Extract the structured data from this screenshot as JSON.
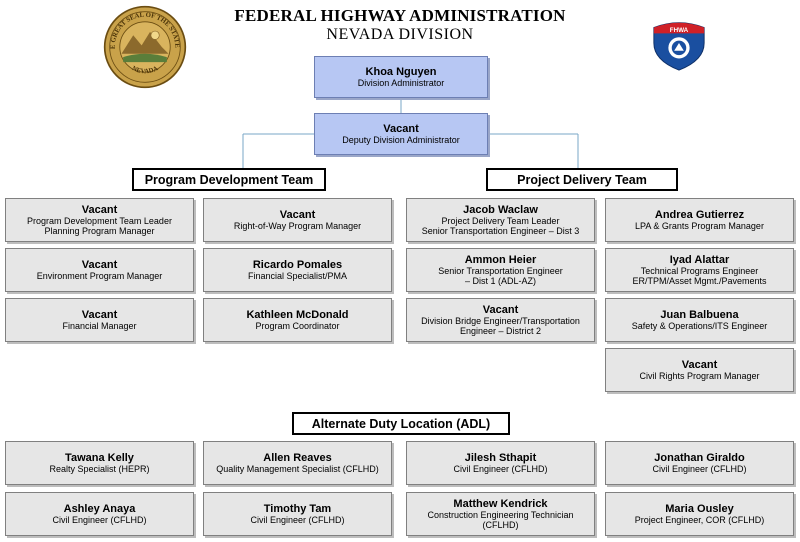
{
  "header": {
    "title": "FEDERAL HIGHWAY ADMINISTRATION",
    "subtitle": "NEVADA DIVISION",
    "seal_text_top": "THE GREAT SEAL OF THE STATE OF",
    "seal_text_bottom": "NEVADA",
    "logo_text": "FHWA"
  },
  "colors": {
    "executive_fill": "#b7c7f3",
    "staff_fill": "#e6e6e6",
    "connector": "#7aa7c7"
  },
  "executives": [
    {
      "name": "Khoa Nguyen",
      "role": "Division Administrator"
    },
    {
      "name": "Vacant",
      "role": "Deputy Division Administrator"
    }
  ],
  "teams": [
    {
      "label": "Program Development Team"
    },
    {
      "label": "Project Delivery Team"
    },
    {
      "label": "Alternate Duty Location (ADL)"
    }
  ],
  "program_development": [
    {
      "name": "Vacant",
      "role1": "Program Development Team Leader",
      "role2": "Planning Program Manager"
    },
    {
      "name": "Vacant",
      "role1": "Right-of-Way Program Manager",
      "role2": ""
    },
    {
      "name": "Vacant",
      "role1": "Environment Program Manager",
      "role2": ""
    },
    {
      "name": "Ricardo Pomales",
      "role1": "Financial Specialist/PMA",
      "role2": ""
    },
    {
      "name": "Vacant",
      "role1": "Financial Manager",
      "role2": ""
    },
    {
      "name": "Kathleen McDonald",
      "role1": "Program Coordinator",
      "role2": ""
    }
  ],
  "project_delivery": [
    {
      "name": "Jacob Waclaw",
      "role1": "Project Delivery Team Leader",
      "role2": "Senior Transportation Engineer – Dist 3"
    },
    {
      "name": "Andrea Gutierrez",
      "role1": "LPA & Grants Program Manager",
      "role2": ""
    },
    {
      "name": "Ammon Heier",
      "role1": "Senior Transportation Engineer",
      "role2": "– Dist 1 (ADL-AZ)"
    },
    {
      "name": "Iyad Alattar",
      "role1": "Technical Programs Engineer",
      "role2": "ER/TPM/Asset Mgmt./Pavements"
    },
    {
      "name": "Vacant",
      "role1": "Division Bridge Engineer/Transportation",
      "role2": "Engineer – District 2"
    },
    {
      "name": "Juan Balbuena",
      "role1": "Safety & Operations/ITS Engineer",
      "role2": ""
    },
    {
      "name": "Vacant",
      "role1": "Civil Rights Program Manager",
      "role2": ""
    }
  ],
  "adl": [
    {
      "name": "Tawana Kelly",
      "role1": "Realty Specialist (HEPR)",
      "role2": ""
    },
    {
      "name": "Allen Reaves",
      "role1": "Quality Management Specialist (CFLHD)",
      "role2": ""
    },
    {
      "name": "Jilesh Sthapit",
      "role1": "Civil Engineer (CFLHD)",
      "role2": ""
    },
    {
      "name": "Jonathan Giraldo",
      "role1": "Civil Engineer (CFLHD)",
      "role2": ""
    },
    {
      "name": "Ashley Anaya",
      "role1": "Civil Engineer (CFLHD)",
      "role2": ""
    },
    {
      "name": "Timothy Tam",
      "role1": "Civil Engineer (CFLHD)",
      "role2": ""
    },
    {
      "name": "Matthew Kendrick",
      "role1": "Construction Engineering Technician",
      "role2": "(CFLHD)"
    },
    {
      "name": "Maria Ousley",
      "role1": "Project Engineer, COR (CFLHD)",
      "role2": ""
    }
  ]
}
